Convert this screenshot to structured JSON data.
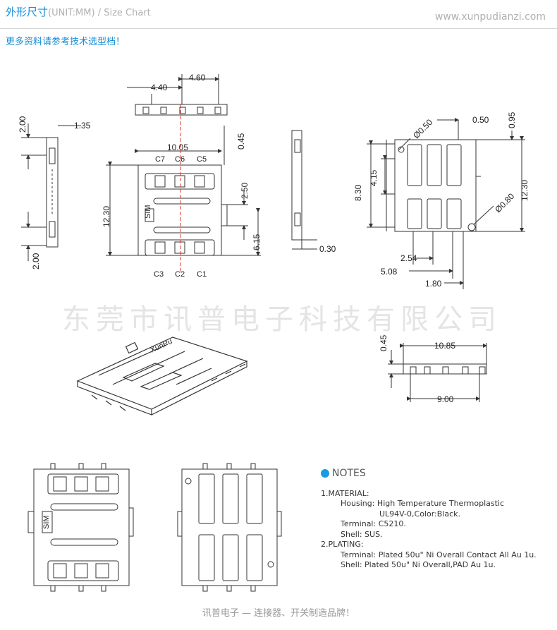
{
  "header": {
    "title_cn": "外形尺寸",
    "title_unit": "(UNIT:MM) / Size Chart",
    "website": "www.xunpudianzi.com"
  },
  "more_info": "更多资料请参考技术选型档！",
  "watermark": "东莞市讯普电子科技有限公司",
  "dimensions": {
    "d460": "4.60",
    "d440": "4.40",
    "d200a": "2.00",
    "d135": "1.35",
    "d1005": "10.05",
    "d045a": "0.45",
    "d250": "2.50",
    "d1230a": "12.30",
    "d615": "6.15",
    "d200b": "2.00",
    "d030": "0.30",
    "d050a": "0.50",
    "d095": "0.95",
    "d050b": "0.50",
    "d415": "4.15",
    "d830": "8.30",
    "d1230b": "12.30",
    "d080": "0.80",
    "d254": "2.54",
    "d508": "5.08",
    "d180": "1.80",
    "d045b": "0.45",
    "d1085": "10.85",
    "d900": "9.00"
  },
  "pins": {
    "c7": "C7",
    "c6": "C6",
    "c5": "C5",
    "c3": "C3",
    "c2": "C2",
    "c1": "C1"
  },
  "product": {
    "brand": "XunPu",
    "sim_label": "SIM"
  },
  "notes": {
    "heading": "NOTES",
    "material_title": "1.MATERIAL:",
    "housing": "Housing: High Temperature Thermoplastic",
    "housing2": "UL94V-0,Color:Black.",
    "terminal": "Terminal: C5210.",
    "shell": "Shell: SUS.",
    "plating_title": "2.PLATING:",
    "plating_terminal": "Terminal: Plated 50u\" Ni Overall Contact All Au 1u.",
    "plating_shell": "Shell: Plated 50u\" Ni Overall,PAD Au 1u."
  },
  "footer": "讯普电子 — 连接器、开关制造品牌！",
  "colors": {
    "accent": "#1a8fd6",
    "line": "#333333",
    "centerline": "#e03030"
  }
}
